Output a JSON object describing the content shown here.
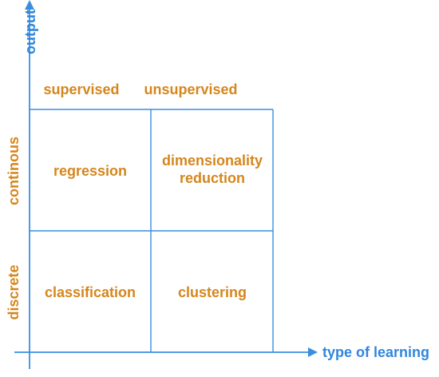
{
  "axes": {
    "x_label": "type of learning",
    "y_label": "output"
  },
  "columns": {
    "supervised": "supervised",
    "unsupervised": "unsupervised"
  },
  "rows": {
    "continuous": "continous",
    "discrete": "discrete"
  },
  "cells": {
    "regression": "regression",
    "dimensionality_reduction": "dimensionality reduction",
    "classification": "classification",
    "clustering": "clustering"
  },
  "colors": {
    "line": "#3a8ee0",
    "label_text": "#d5861c",
    "axis_text": "#2f86dd"
  }
}
